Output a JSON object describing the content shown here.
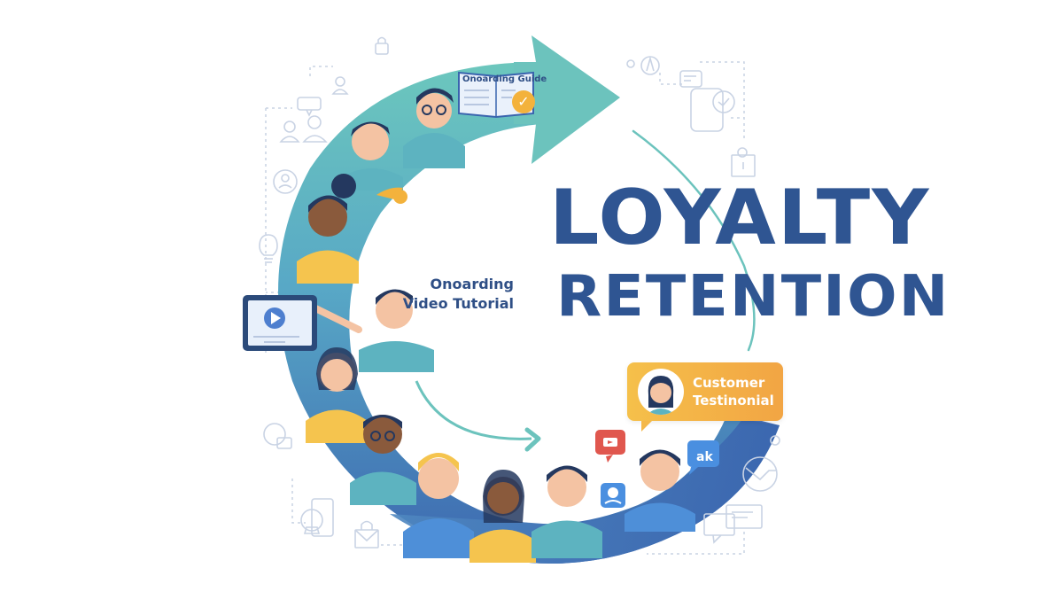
{
  "headline": {
    "line1": "LOYALTY",
    "line2": "RETENTION",
    "color": "#2f5592"
  },
  "callouts": {
    "onboarding_guide": {
      "label": "Onoarding Guide",
      "check_glyph": "✓"
    },
    "video_tutorial": {
      "line1": "Onoarding",
      "line2": "Video Tutorial"
    },
    "customer_testimonial": {
      "line1": "Customer",
      "line2": "Testinonial"
    }
  },
  "colors": {
    "arc_teal": "#6cc3bd",
    "arc_blue": "#3e6db3",
    "accent_orange": "#f3b23c",
    "icon_line": "#c9d3e4",
    "social_red": "#e0574e",
    "social_blue": "#4a8fe0"
  },
  "icons": [
    "lock-icon",
    "user-icon",
    "chat-icon",
    "users-icon",
    "profile-icon",
    "lightbulb-icon",
    "video-play-icon",
    "globe-chat-icon",
    "phone-heart-icon",
    "mail-bag-icon",
    "compass-icon",
    "message-icon",
    "badge-check-icon",
    "gift-box-icon",
    "pie-chart-icon",
    "chat-bubbles-icon",
    "youtube-icon",
    "social-like-icon",
    "support-icon"
  ]
}
